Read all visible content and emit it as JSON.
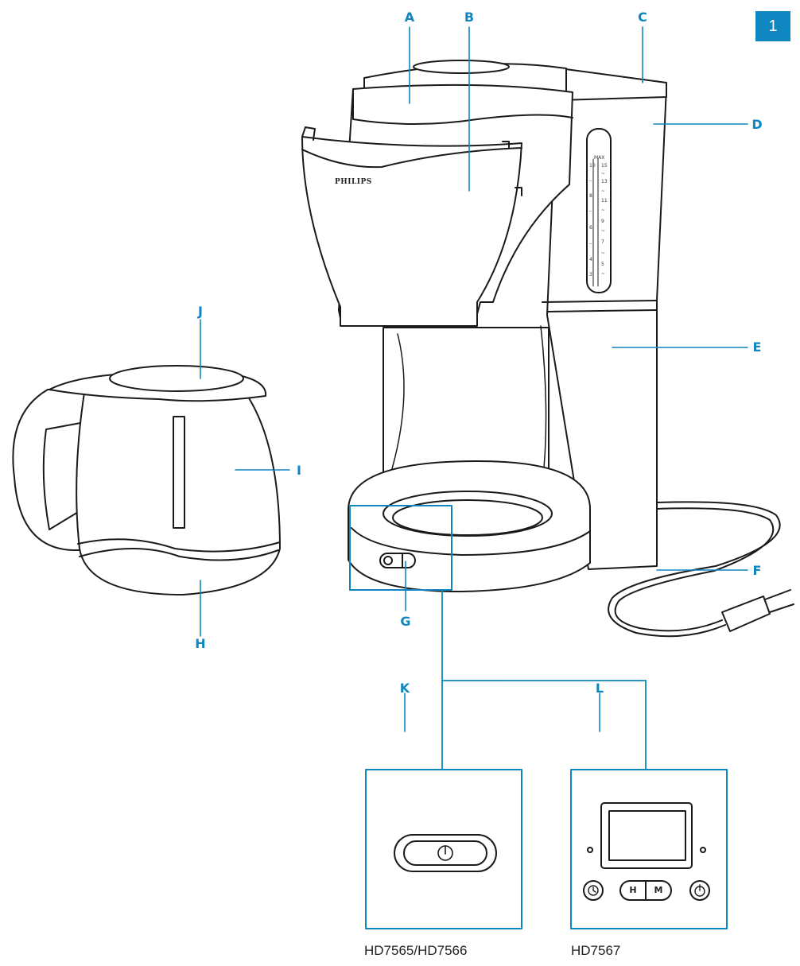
{
  "page_number": "1",
  "brand": "PHILIPS",
  "colors": {
    "accent": "#0f86c0",
    "line": "#1a1a1a",
    "fill": "#ffffff"
  },
  "callouts": {
    "A": "A",
    "B": "B",
    "C": "C",
    "D": "D",
    "E": "E",
    "F": "F",
    "G": "G",
    "H": "H",
    "I": "I",
    "J": "J",
    "K": "K",
    "L": "L"
  },
  "water_gauge": {
    "top": "MAX",
    "left_scale": [
      "10",
      "–",
      "8",
      "–",
      "6",
      "–",
      "4",
      "3"
    ],
    "right_scale": [
      "15",
      "~",
      "13",
      "~",
      "11",
      "~",
      "9",
      "~",
      "7",
      "~",
      "5",
      "~"
    ]
  },
  "panel_l": {
    "hours_button": "H",
    "minutes_button": "M"
  },
  "captions": {
    "model_k": "HD7565/HD7566",
    "model_l": "HD7567"
  },
  "icons": [
    "power-icon",
    "clock-icon"
  ]
}
